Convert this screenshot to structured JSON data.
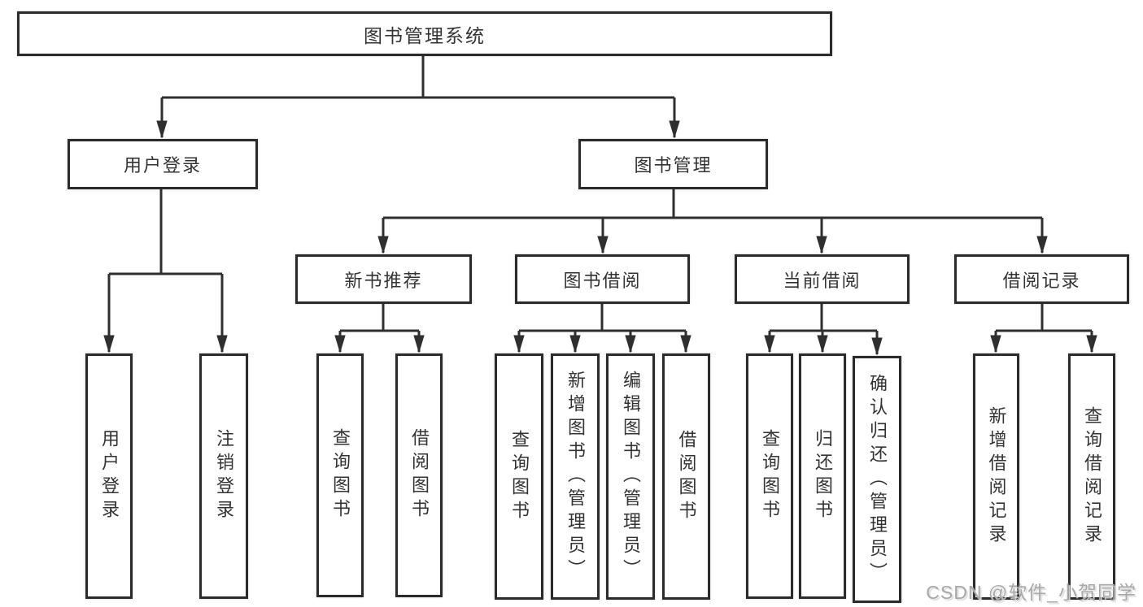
{
  "diagram": {
    "root": {
      "label": "图书管理系统"
    },
    "level2": [
      {
        "label": "用户登录"
      },
      {
        "label": "图书管理"
      }
    ],
    "login_children": [
      {
        "label": "用户登录"
      },
      {
        "label": "注销登录"
      }
    ],
    "modules": [
      {
        "label": "新书推荐",
        "children": [
          {
            "label": "查询图书"
          },
          {
            "label": "借阅图书"
          }
        ]
      },
      {
        "label": "图书借阅",
        "children": [
          {
            "label": "查询图书"
          },
          {
            "label": "新增图书（管理员）"
          },
          {
            "label": "编辑图书（管理员）"
          },
          {
            "label": "借阅图书"
          }
        ]
      },
      {
        "label": "当前借阅",
        "children": [
          {
            "label": "查询图书"
          },
          {
            "label": "归还图书"
          },
          {
            "label": "确认归还（管理员）"
          }
        ]
      },
      {
        "label": "借阅记录",
        "children": [
          {
            "label": "新增借阅记录"
          },
          {
            "label": "查询借阅记录"
          }
        ]
      }
    ],
    "watermark": "CSDN @软件_小贺同学",
    "colors": {
      "line": "#2f2f2f",
      "border": "#2b2b2b",
      "text": "#333333",
      "background": "#ffffff",
      "watermark": "#a8a8a8"
    }
  }
}
